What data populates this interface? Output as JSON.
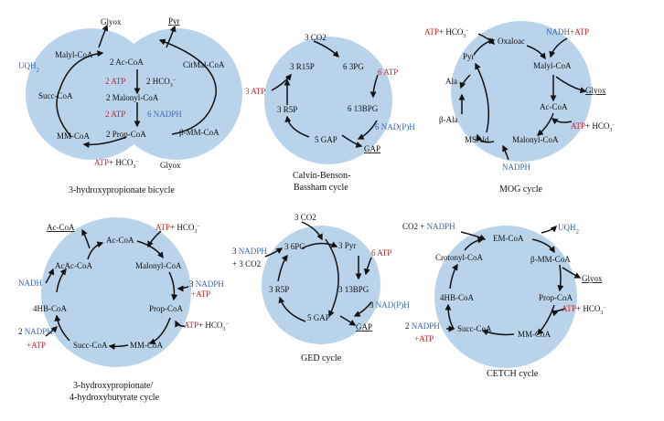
{
  "colors": {
    "bubble": "#b9d3ea",
    "atp_red": "#c0282d",
    "nadph_blue": "#3a66b0",
    "arrow": "#111111"
  },
  "three_hp_bicycle": {
    "caption": "3-hydroxypropionate bicycle",
    "glyox_top": "Glyox",
    "pyr_top": "Pyr",
    "uqh2": "UQH",
    "uqh2_sub": "2",
    "malyl_coa": "Malyl-CoA",
    "ac_coa": "2 Ac-CoA",
    "cit_mal_coa": "CitMal-CoA",
    "atp_1": "2 ATP",
    "hco3_1": "2 HCO",
    "hco3_1_sub": "3",
    "hco3_1_sup": "−",
    "succ_coa": "Succ-CoA",
    "malonyl_coa": "2 Malonyl-CoA",
    "atp_2": "2 ATP",
    "nadph": "6 NADPH",
    "mm_coa": "MM-CoA",
    "prop_coa": "2 Prop-CoA",
    "beta_mm_coa": "β-MM-CoA",
    "atp_3": "ATP",
    "hco3_3": "+ HCO",
    "hco3_3_sub": "3",
    "hco3_3_sup": "−",
    "glyox_bottom": "Glyox"
  },
  "calvin": {
    "caption_1": "Calvin-Benson-",
    "caption_2": "Bassham cycle",
    "co2": "3 CO2",
    "r15p": "3 R15P",
    "pg": "6 3PG",
    "atp_in": "6 ATP",
    "atp_left": "3 ATP",
    "r5p": "3 R5P",
    "bpg": "6 13BPG",
    "nadph": "6 NAD(P)H",
    "gap": "5 GAP",
    "gap_out": "GAP"
  },
  "mog": {
    "caption": "MOG cycle",
    "atp": "ATP",
    "hco3": "+ HCO",
    "hco3_sub": "3",
    "hco3_sup": "−",
    "oxaloac": "Oxaloac",
    "nadh_atp_1": "NADH",
    "nadh_atp_2": "+ATP",
    "pyr": "Pyr",
    "malyl_coa": "Malyl-CoA",
    "ala": "Ala",
    "glyox": "Glyox",
    "beta_ala": "β-Ala",
    "ac_coa": "Ac-CoA",
    "atp2": "ATP",
    "hco3_2": "+ HCO",
    "hco3_2_sub": "3",
    "hco3_2_sup": "−",
    "msald": "MSAld",
    "malonyl_coa": "Malonyl-CoA",
    "nadph": "NADPH"
  },
  "three_hp_4hb": {
    "caption_1": "3-hydroxypropionate/",
    "caption_2": "4-hydroxybutyrate cycle",
    "ac_coa_out": "Ac-CoA",
    "atp": "ATP",
    "hco3": "+ HCO",
    "hco3_sub": "3",
    "hco3_sup": "−",
    "ac_coa": "Ac-CoA",
    "acac_coa": "AcAc-CoA",
    "malonyl_coa": "Malonyl-CoA",
    "nadh": "NADH",
    "nadph_3": "3 ",
    "nadph_3b": "NADPH",
    "atp_3": "+ATP",
    "hb_coa": "4HB-CoA",
    "prop_coa": "Prop-CoA",
    "nadph_2": "2 ",
    "nadph_2b": "NADPH",
    "atp_2": "+ATP",
    "atp_b": "ATP",
    "hco3_b": "+ HCO",
    "hco3_b_sub": "3",
    "hco3_b_sup": "−",
    "succ_coa": "Succ-CoA",
    "mm_coa": "MM-CoA"
  },
  "ged": {
    "caption": "GED cycle",
    "co2": "3 CO2",
    "nadph_1a": "3 ",
    "nadph_1b": "NADPH",
    "co2_2": "+ 3 CO2",
    "pg": "3 6PG",
    "pyr": "3 Pyr",
    "atp": "6 ATP",
    "r5p": "3 R5P",
    "bpg": "3 13BPG",
    "nadph_2a": "3 ",
    "nadph_2b": "NAD(P)H",
    "gap": "5 GAP",
    "gap_out": "GAP"
  },
  "cetch": {
    "caption": "CETCH cycle",
    "co2": "CO2 + ",
    "co2_nadph": "NADPH",
    "em_coa": "EM-CoA",
    "uqh2": "UQH",
    "uqh2_sub": "2",
    "crotonyl_coa": "Crotonyl-CoA",
    "beta_mm_coa": "β-MM-CoA",
    "glyox": "Glyox",
    "hb_coa": "4HB-CoA",
    "prop_coa": "Prop-CoA",
    "atp": "ATP",
    "hco3": "+ HCO",
    "hco3_sub": "3",
    "hco3_sup": "−",
    "nadph_2a": "2 ",
    "nadph_2b": "NADPH",
    "atp_2": "+ATP",
    "succ_coa": "Succ-CoA",
    "mm_coa": "MM-CoA"
  }
}
